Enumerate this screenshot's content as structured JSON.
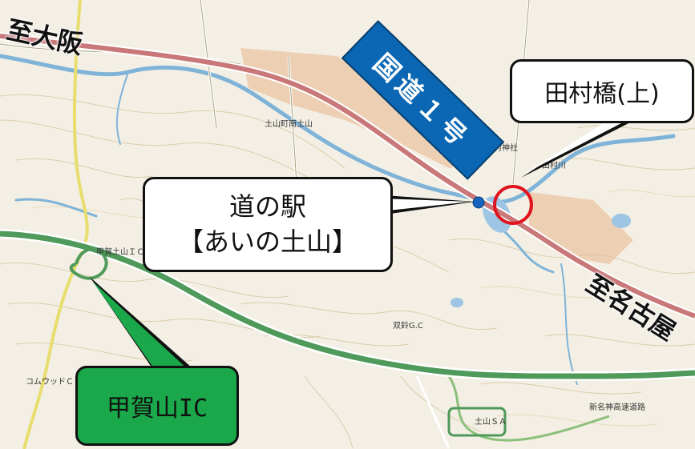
{
  "map": {
    "direction_osaka": "至大阪",
    "direction_nagoya": "至名古屋",
    "route_banner": "国道１号",
    "callout_tamura_bridge": "田村橋(上)",
    "callout_roadside_station_line1": "道の駅",
    "callout_roadside_station_line2": "【あいの土山】",
    "callout_interchange": "甲賀山IC",
    "basemap_labels": {
      "golf": "双鈴G.C",
      "expressway": "新名神高速道路",
      "sa": "土山ＳＡ",
      "tamura_river": "田村川",
      "country_club": "コムウッドＣ",
      "ic_small": "甲賀土山ＩＣ",
      "town": "土山町南土山",
      "shrine": "田村神社"
    },
    "colors": {
      "route_blue": "#0b67b3",
      "ic_green": "#1aa84a",
      "marker_red": "#e0141e",
      "station_dot": "#1565c0",
      "expressway_green": "#4f9a5a",
      "route1_red": "#c9787a"
    },
    "icons": {
      "station_marker": "blue-dot-icon",
      "bridge_marker": "red-circle-icon"
    }
  }
}
